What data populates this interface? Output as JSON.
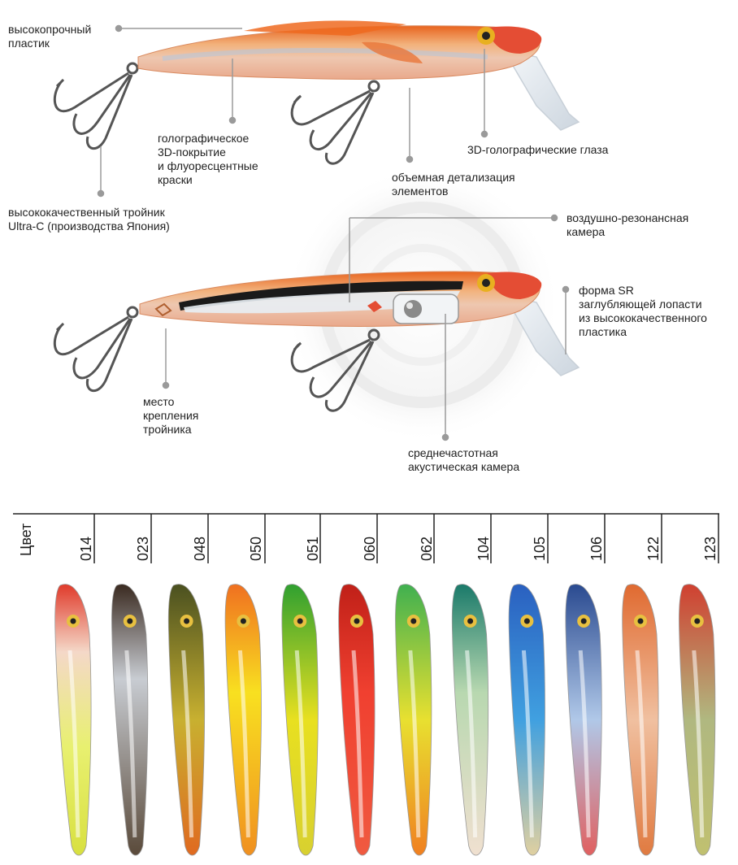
{
  "callouts": {
    "plastic": "высокопрочный\nпластик",
    "holo": "голографическое\n3D-покрытие\nи флуоресцентные\nкраски",
    "eyes": "3D-голографические глаза",
    "detail": "объемная детализация\nэлементов",
    "hook": "высококачественный тройник\nUltra-C (производства Япония)",
    "air": "воздушно-резонансная\nкамера",
    "blade": "форма SR\nзаглубляющей лопасти\nиз высококачественного\nпластика",
    "mount": "место\nкрепления\nтройника",
    "acoustic": "среднечастотная\nакустическая камера"
  },
  "color_table": {
    "header": "Цвет",
    "codes": [
      "014",
      "023",
      "048",
      "050",
      "051",
      "060",
      "062",
      "104",
      "105",
      "106",
      "122",
      "123"
    ]
  },
  "colors": {
    "lure_body": "#e8a070",
    "lure_top": "#e86a2a",
    "lure_head": "#e04a3a",
    "lip": "#dfe6ee",
    "hook": "#555555",
    "text": "#222222",
    "dot": "#888888"
  }
}
